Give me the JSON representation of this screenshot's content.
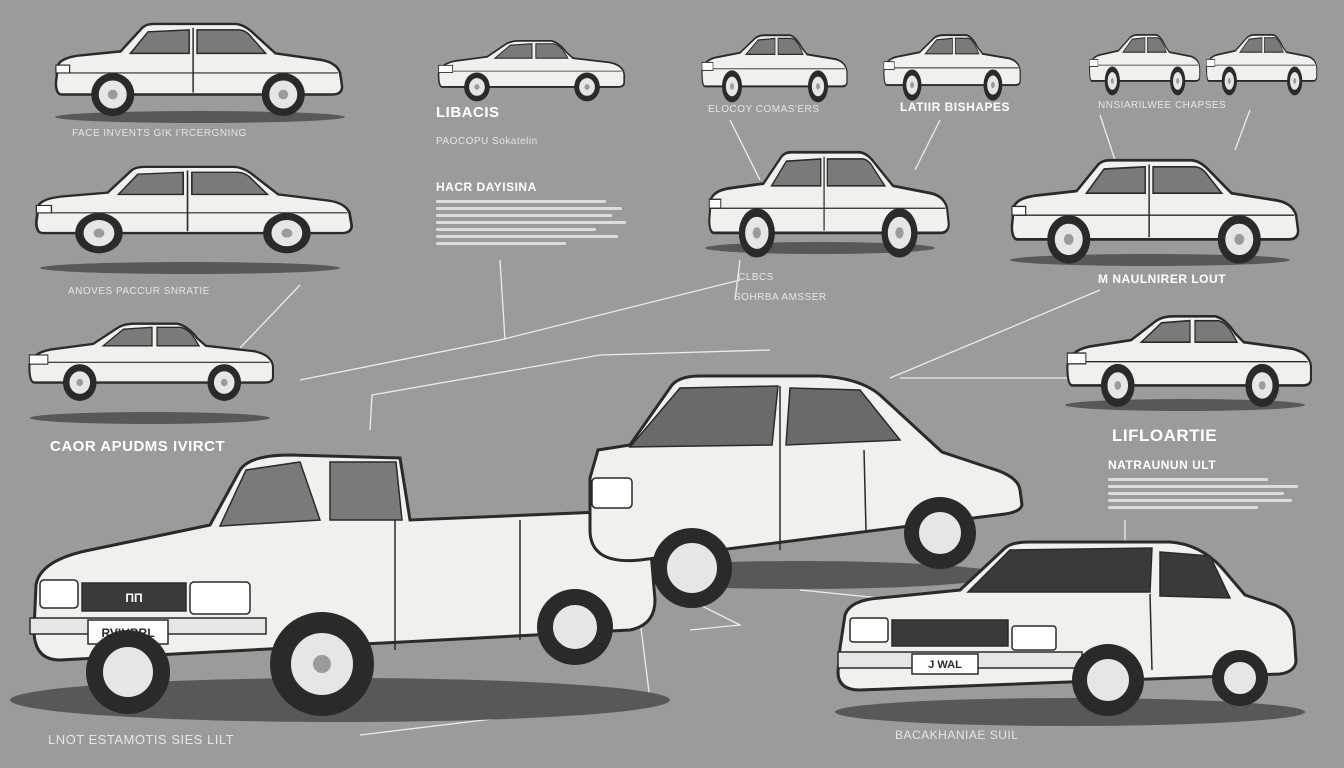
{
  "colors": {
    "background": "#9b9b9b",
    "car_fill": "#f1f0ec",
    "line": "#2a2a2a",
    "glass": "#7a7a7a",
    "connector": "#ececec"
  },
  "labels": {
    "l1": "FACE INVENTS GIK I'RCERGNING",
    "l2": "LIBACIS",
    "l3": "PAOCOPU Sokatelin",
    "l4": "HACR DAYISINA",
    "l5": "ELOCOY COMAS'ERS",
    "l6": "LATIIR BISHAPES",
    "l7": "NNSIARILWEE CHAPSES",
    "l8": "ANOVES PACCUR SNRATIE",
    "l9": "CLBCS",
    "l10": "SOHRBA AMSSER",
    "l11": "M NAULNIRER LOUT",
    "l12": "CAOR APUDMS IVIRCT",
    "l13": "LIFLOARTIE",
    "l14": "NATRAUNUN ULT",
    "l15": "LNOT ESTAMOTIS SIES LILT",
    "l16": "BACAKHANIAE SUIL",
    "plate_left": "RVIUBRL",
    "plate_right": "J WAL",
    "badge_left": "ПП"
  }
}
